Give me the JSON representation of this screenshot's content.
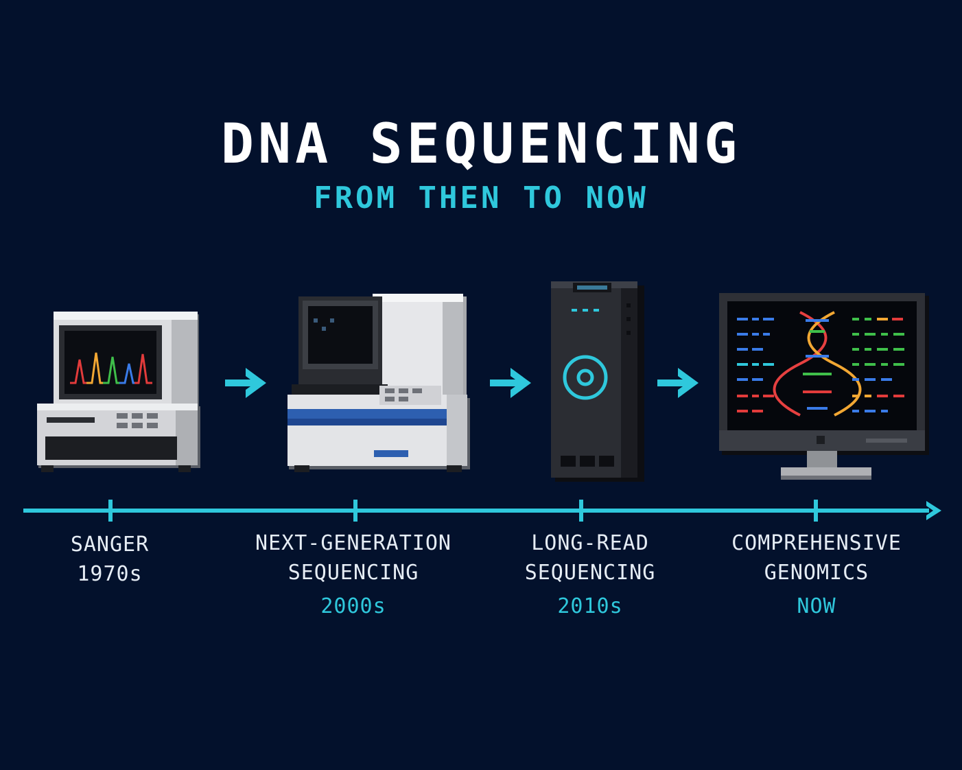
{
  "title": "DNA SEQUENCING",
  "subtitle": "FROM THEN TO NOW",
  "colors": {
    "background": "#03112c",
    "accent": "#2fc8dc",
    "text": "#e6edf5"
  },
  "stages": [
    {
      "name_lines": [
        "SANGER"
      ],
      "era": "1970s",
      "era_color": "#e6edf5",
      "icon": "sanger-sequencer-icon"
    },
    {
      "name_lines": [
        "NEXT-GENERATION",
        "SEQUENCING"
      ],
      "era": "2000s",
      "era_color": "#2fc8dc",
      "icon": "ngs-sequencer-icon"
    },
    {
      "name_lines": [
        "LONG-READ",
        "SEQUENCING"
      ],
      "era": "2010s",
      "era_color": "#2fc8dc",
      "icon": "long-read-sequencer-icon"
    },
    {
      "name_lines": [
        "COMPREHENSIVE",
        "GENOMICS"
      ],
      "era": "NOW",
      "era_color": "#2fc8dc",
      "icon": "genomics-monitor-icon"
    }
  ]
}
